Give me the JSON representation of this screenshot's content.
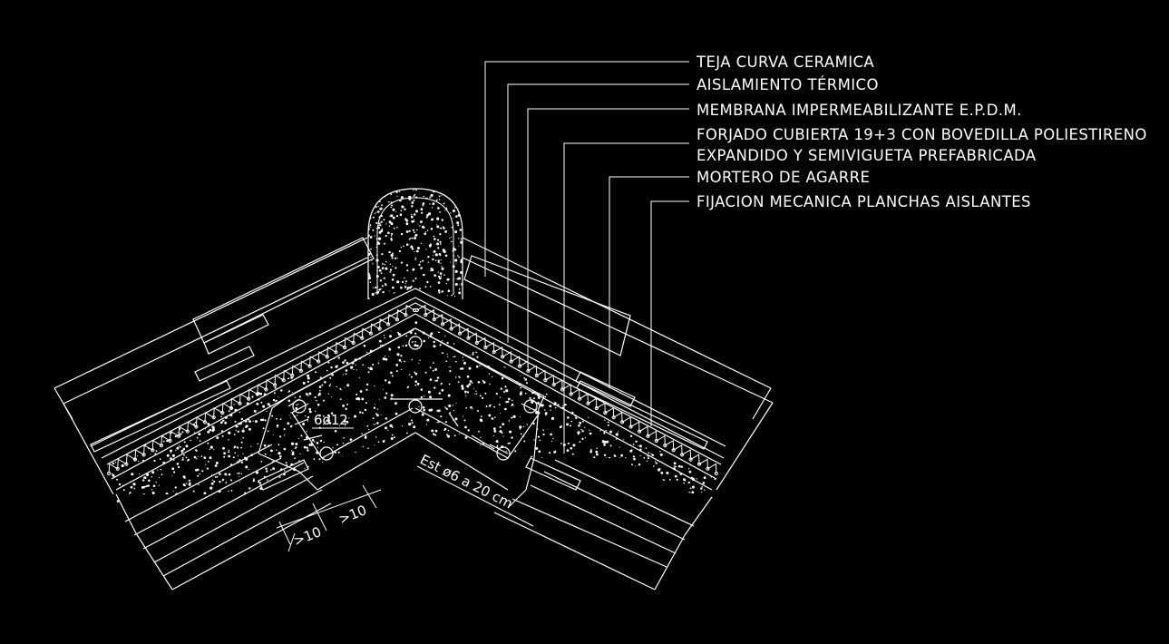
{
  "legend": [
    {
      "id": "teja",
      "label": "TEJA CURVA CERAMICA"
    },
    {
      "id": "aislamiento",
      "label": "AISLAMIENTO TÉRMICO"
    },
    {
      "id": "membrana",
      "label": "MEMBRANA IMPERMEABILIZANTE E.P.D.M."
    },
    {
      "id": "forjado",
      "label": "FORJADO CUBIERTA 19+3 CON BOVEDILLA POLIESTIRENO",
      "label2": "EXPANDIDO Y SEMIVIGUETA PREFABRICADA"
    },
    {
      "id": "mortero",
      "label": "MORTERO DE AGARRE"
    },
    {
      "id": "fijacion",
      "label": "FIJACION MECANICA PLANCHAS AISLANTES"
    }
  ],
  "annotations": {
    "rebar_main": "6ø12",
    "stirrups": "Est ø6 a 20 cm",
    "dim_left": ">10",
    "dim_right": ">10"
  },
  "colors": {
    "background": "#000000",
    "line": "#ffffff"
  }
}
